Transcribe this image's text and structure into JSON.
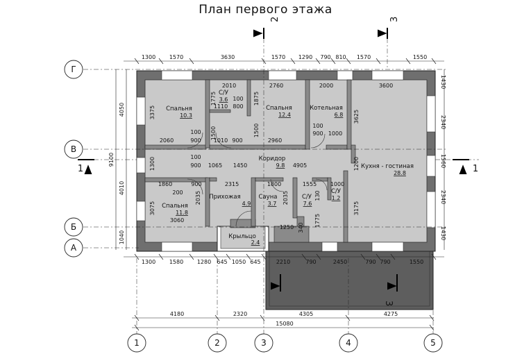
{
  "title": "План первого этажа",
  "axes_rows": [
    "Г",
    "В",
    "Б",
    "А"
  ],
  "axes_cols": [
    "1",
    "2",
    "3",
    "4",
    "5"
  ],
  "sections": {
    "s1": "1",
    "s2": "2",
    "s3": "3"
  },
  "rooms": [
    {
      "name": "Спальня",
      "area": "10.3"
    },
    {
      "name": "С/У",
      "area": "3.6"
    },
    {
      "name": "Спальня",
      "area": "12.4"
    },
    {
      "name": "Котельная",
      "area": "6.8"
    },
    {
      "name": "Кухня - гостиная",
      "area": "28.8"
    },
    {
      "name": "Коридор",
      "area": "9.8"
    },
    {
      "name": "Спальня",
      "area": "11.8"
    },
    {
      "name": "Прихожая",
      "area": "4.9"
    },
    {
      "name": "Сауна",
      "area": "3.7"
    },
    {
      "name": "С/У",
      "area": "7.6"
    },
    {
      "name": "С/У",
      "area": "1.2"
    },
    {
      "name": "Крыльцо",
      "area": "2.4"
    }
  ],
  "dims_top": [
    "1300",
    "1570",
    "3630",
    "1570",
    "1290",
    "790",
    "810",
    "1570",
    "1550"
  ],
  "dims_bottom": [
    "1300",
    "1580",
    "1280",
    "645",
    "1050",
    "645",
    "2210",
    "790",
    "2450",
    "790",
    "790",
    "1550"
  ],
  "dims_axes": [
    "4180",
    "2320",
    "4305",
    "4275"
  ],
  "dims_total": "15080",
  "dims_left": [
    "4050",
    "4010",
    "1040"
  ],
  "dims_left_total": "9100",
  "dims_right": [
    "1430",
    "2340",
    "1560",
    "2340",
    "1430"
  ],
  "dims_inner": {
    "d2010": "2010",
    "d2760": "2760",
    "d2000": "2000",
    "d3600": "3600",
    "d1775a": "1775",
    "d1875": "1875",
    "d1110": "1110",
    "d100a": "100",
    "d800": "800",
    "d3375": "3375",
    "d1500a": "1500",
    "d1500b": "1500",
    "d3625": "3625",
    "d100b": "100",
    "d900a": "900",
    "d100c": "100",
    "d900b": "900",
    "d1000a": "1000",
    "d2060": "2060",
    "d1010": "1010",
    "d900c": "900",
    "d2960": "2960",
    "d1300": "1300",
    "d100d": "100",
    "d900d": "900",
    "d1065": "1065",
    "d1450": "1450",
    "d4905": "4905",
    "d1200": "1200",
    "d1860": "1860",
    "d200": "200",
    "d900e": "900",
    "d2315": "2315",
    "d1800": "1800",
    "d1555": "1555",
    "d1000b": "1000",
    "d3075": "3075",
    "d2035a": "2035",
    "d2035b": "2035",
    "d130": "130",
    "d1775b": "1775",
    "d3175": "3175",
    "d3060": "3060",
    "d1250": "1250",
    "d340": "340"
  }
}
